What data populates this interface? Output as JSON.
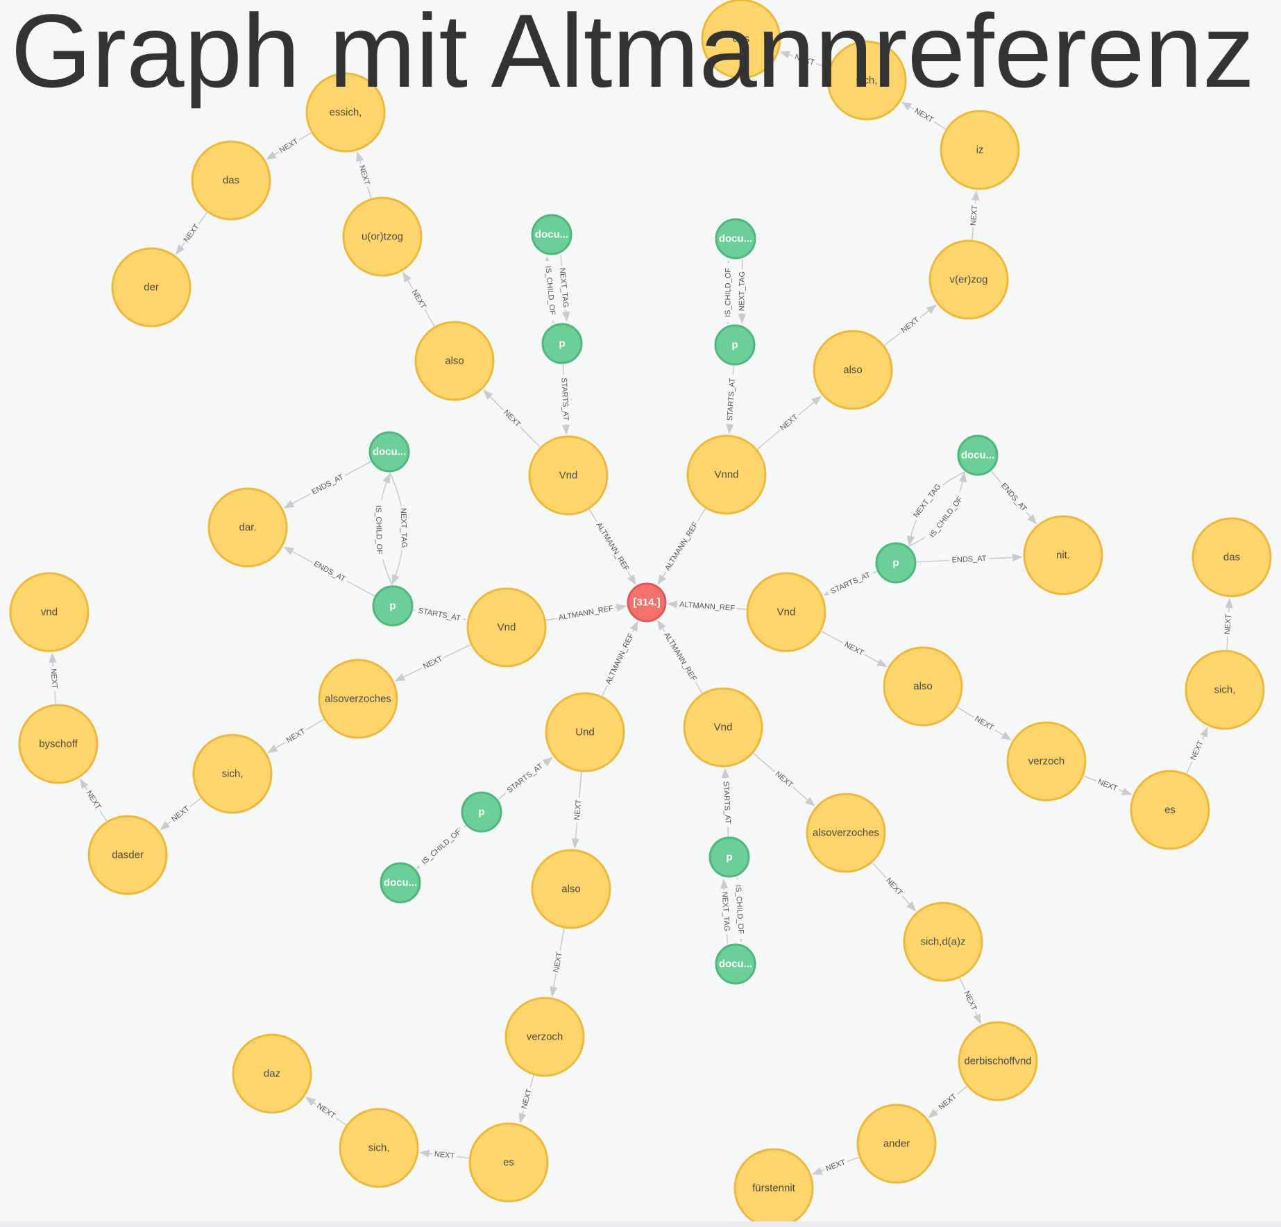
{
  "title": "Graph mit Altmannreferenz",
  "colors": {
    "word": "#fed56b",
    "tag": "#6bcf97",
    "reference": "#f2716d"
  },
  "nodes": [
    {
      "id": "ref",
      "label": "[314.]",
      "kind": "reference"
    },
    {
      "id": "vnd_l",
      "label": "Vnd",
      "kind": "word"
    },
    {
      "id": "vnd_ul",
      "label": "Vnd",
      "kind": "word"
    },
    {
      "id": "vnnd",
      "label": "Vnnd",
      "kind": "word"
    },
    {
      "id": "vnd_r",
      "label": "Vnd",
      "kind": "word"
    },
    {
      "id": "und",
      "label": "Und",
      "kind": "word"
    },
    {
      "id": "vnd_lr",
      "label": "Vnd",
      "kind": "word"
    },
    {
      "id": "also_a",
      "label": "also",
      "kind": "word"
    },
    {
      "id": "uortzog",
      "label": "u(or)tzog",
      "kind": "word"
    },
    {
      "id": "essich",
      "label": "essich,",
      "kind": "word"
    },
    {
      "id": "das_a",
      "label": "das",
      "kind": "word"
    },
    {
      "id": "der",
      "label": "der",
      "kind": "word"
    },
    {
      "id": "doc_a",
      "label": "docu...",
      "kind": "tag"
    },
    {
      "id": "p_a",
      "label": "p",
      "kind": "tag"
    },
    {
      "id": "doc_b",
      "label": "docu...",
      "kind": "tag"
    },
    {
      "id": "p_b",
      "label": "p",
      "kind": "tag"
    },
    {
      "id": "also_b",
      "label": "also",
      "kind": "word"
    },
    {
      "id": "verzog",
      "label": "v(er)zog",
      "kind": "word"
    },
    {
      "id": "iz",
      "label": "iz",
      "kind": "word"
    },
    {
      "id": "sich_top",
      "label": "sich,",
      "kind": "word"
    },
    {
      "id": "das_top",
      "label": "das",
      "kind": "word"
    },
    {
      "id": "doc_c",
      "label": "docu...",
      "kind": "tag"
    },
    {
      "id": "p_c",
      "label": "p",
      "kind": "tag"
    },
    {
      "id": "dar",
      "label": "dar.",
      "kind": "word"
    },
    {
      "id": "alsoverz_l",
      "label": "alsoverzoches",
      "kind": "word"
    },
    {
      "id": "sich_l",
      "label": "sich,",
      "kind": "word"
    },
    {
      "id": "dasder",
      "label": "dasder",
      "kind": "word"
    },
    {
      "id": "byschoff",
      "label": "byschoff",
      "kind": "word"
    },
    {
      "id": "vnd_far",
      "label": "vnd",
      "kind": "word"
    },
    {
      "id": "doc_d",
      "label": "docu...",
      "kind": "tag"
    },
    {
      "id": "p_d",
      "label": "p",
      "kind": "tag"
    },
    {
      "id": "nit",
      "label": "nit.",
      "kind": "word"
    },
    {
      "id": "also_c",
      "label": "also",
      "kind": "word"
    },
    {
      "id": "verzoch_r",
      "label": "verzoch",
      "kind": "word"
    },
    {
      "id": "es_r",
      "label": "es",
      "kind": "word"
    },
    {
      "id": "sich_r",
      "label": "sich,",
      "kind": "word"
    },
    {
      "id": "das_r",
      "label": "das",
      "kind": "word"
    },
    {
      "id": "p_e",
      "label": "p",
      "kind": "tag"
    },
    {
      "id": "doc_e",
      "label": "docu...",
      "kind": "tag"
    },
    {
      "id": "also_d",
      "label": "also",
      "kind": "word"
    },
    {
      "id": "verzoch_b",
      "label": "verzoch",
      "kind": "word"
    },
    {
      "id": "es_b",
      "label": "es",
      "kind": "word"
    },
    {
      "id": "sich_b",
      "label": "sich,",
      "kind": "word"
    },
    {
      "id": "daz",
      "label": "daz",
      "kind": "word"
    },
    {
      "id": "p_f",
      "label": "p",
      "kind": "tag"
    },
    {
      "id": "doc_f",
      "label": "docu...",
      "kind": "tag"
    },
    {
      "id": "alsoverz_b",
      "label": "alsoverzoches",
      "kind": "word"
    },
    {
      "id": "sichdaz",
      "label": "sich,d(a)z",
      "kind": "word"
    },
    {
      "id": "derbischoff",
      "label": "derbischoffvnd",
      "kind": "word"
    },
    {
      "id": "ander",
      "label": "ander",
      "kind": "word"
    },
    {
      "id": "fuerstennit",
      "label": "fürstennit",
      "kind": "word"
    }
  ],
  "edges": [
    {
      "from": "vnd_ul",
      "to": "ref",
      "label": "ALTMANN_REF"
    },
    {
      "from": "vnnd",
      "to": "ref",
      "label": "ALTMANN_REF"
    },
    {
      "from": "vnd_l",
      "to": "ref",
      "label": "ALTMANN_REF"
    },
    {
      "from": "vnd_r",
      "to": "ref",
      "label": "ALTMANN_REF"
    },
    {
      "from": "und",
      "to": "ref",
      "label": "ALTMANN_REF"
    },
    {
      "from": "vnd_lr",
      "to": "ref",
      "label": "ALTMANN_REF"
    },
    {
      "from": "vnd_ul",
      "to": "also_a",
      "label": "NEXT"
    },
    {
      "from": "also_a",
      "to": "uortzog",
      "label": "NEXT"
    },
    {
      "from": "uortzog",
      "to": "essich",
      "label": "NEXT"
    },
    {
      "from": "essich",
      "to": "das_a",
      "label": "NEXT"
    },
    {
      "from": "das_a",
      "to": "der",
      "label": "NEXT"
    },
    {
      "from": "doc_a",
      "to": "p_a",
      "label": "NEXT_TAG"
    },
    {
      "from": "p_a",
      "to": "doc_a",
      "label": "IS_CHILD_OF"
    },
    {
      "from": "p_a",
      "to": "vnd_ul",
      "label": "STARTS_AT"
    },
    {
      "from": "doc_b",
      "to": "p_b",
      "label": "NEXT_TAG"
    },
    {
      "from": "p_b",
      "to": "doc_b",
      "label": "IS_CHILD_OF"
    },
    {
      "from": "p_b",
      "to": "vnnd",
      "label": "STARTS_AT"
    },
    {
      "from": "vnnd",
      "to": "also_b",
      "label": "NEXT"
    },
    {
      "from": "also_b",
      "to": "verzog",
      "label": "NEXT"
    },
    {
      "from": "verzog",
      "to": "iz",
      "label": "NEXT"
    },
    {
      "from": "iz",
      "to": "sich_top",
      "label": "NEXT"
    },
    {
      "from": "sich_top",
      "to": "das_top",
      "label": "NEXT"
    },
    {
      "from": "doc_c",
      "to": "dar",
      "label": "ENDS_AT"
    },
    {
      "from": "p_c",
      "to": "dar",
      "label": "ENDS_AT"
    },
    {
      "from": "doc_c",
      "to": "p_c",
      "label": "NEXT_TAG"
    },
    {
      "from": "p_c",
      "to": "doc_c",
      "label": "IS_CHILD_OF"
    },
    {
      "from": "p_c",
      "to": "vnd_l",
      "label": "STARTS_AT"
    },
    {
      "from": "vnd_l",
      "to": "alsoverz_l",
      "label": "NEXT"
    },
    {
      "from": "alsoverz_l",
      "to": "sich_l",
      "label": "NEXT"
    },
    {
      "from": "sich_l",
      "to": "dasder",
      "label": "NEXT"
    },
    {
      "from": "dasder",
      "to": "byschoff",
      "label": "NEXT"
    },
    {
      "from": "byschoff",
      "to": "vnd_far",
      "label": "NEXT"
    },
    {
      "from": "doc_d",
      "to": "p_d",
      "label": "NEXT_TAG"
    },
    {
      "from": "p_d",
      "to": "doc_d",
      "label": "IS_CHILD_OF"
    },
    {
      "from": "doc_d",
      "to": "nit",
      "label": "ENDS_AT"
    },
    {
      "from": "p_d",
      "to": "nit",
      "label": "ENDS_AT"
    },
    {
      "from": "p_d",
      "to": "vnd_r",
      "label": "STARTS_AT"
    },
    {
      "from": "vnd_r",
      "to": "also_c",
      "label": "NEXT"
    },
    {
      "from": "also_c",
      "to": "verzoch_r",
      "label": "NEXT"
    },
    {
      "from": "verzoch_r",
      "to": "es_r",
      "label": "NEXT"
    },
    {
      "from": "es_r",
      "to": "sich_r",
      "label": "NEXT"
    },
    {
      "from": "sich_r",
      "to": "das_r",
      "label": "NEXT"
    },
    {
      "from": "p_e",
      "to": "und",
      "label": "STARTS_AT"
    },
    {
      "from": "p_e",
      "to": "doc_e",
      "label": "IS_CHILD_OF"
    },
    {
      "from": "und",
      "to": "also_d",
      "label": "NEXT"
    },
    {
      "from": "also_d",
      "to": "verzoch_b",
      "label": "NEXT"
    },
    {
      "from": "verzoch_b",
      "to": "es_b",
      "label": "NEXT"
    },
    {
      "from": "es_b",
      "to": "sich_b",
      "label": "NEXT"
    },
    {
      "from": "sich_b",
      "to": "daz",
      "label": "NEXT"
    },
    {
      "from": "p_f",
      "to": "vnd_lr",
      "label": "STARTS_AT"
    },
    {
      "from": "p_f",
      "to": "doc_f",
      "label": "IS_CHILD_OF"
    },
    {
      "from": "doc_f",
      "to": "p_f",
      "label": "NEXT_TAG"
    },
    {
      "from": "vnd_lr",
      "to": "alsoverz_b",
      "label": "NEXT"
    },
    {
      "from": "alsoverz_b",
      "to": "sichdaz",
      "label": "NEXT"
    },
    {
      "from": "sichdaz",
      "to": "derbischoff",
      "label": "NEXT"
    },
    {
      "from": "derbischoff",
      "to": "ander",
      "label": "NEXT"
    },
    {
      "from": "ander",
      "to": "fuerstennit",
      "label": "NEXT"
    }
  ]
}
